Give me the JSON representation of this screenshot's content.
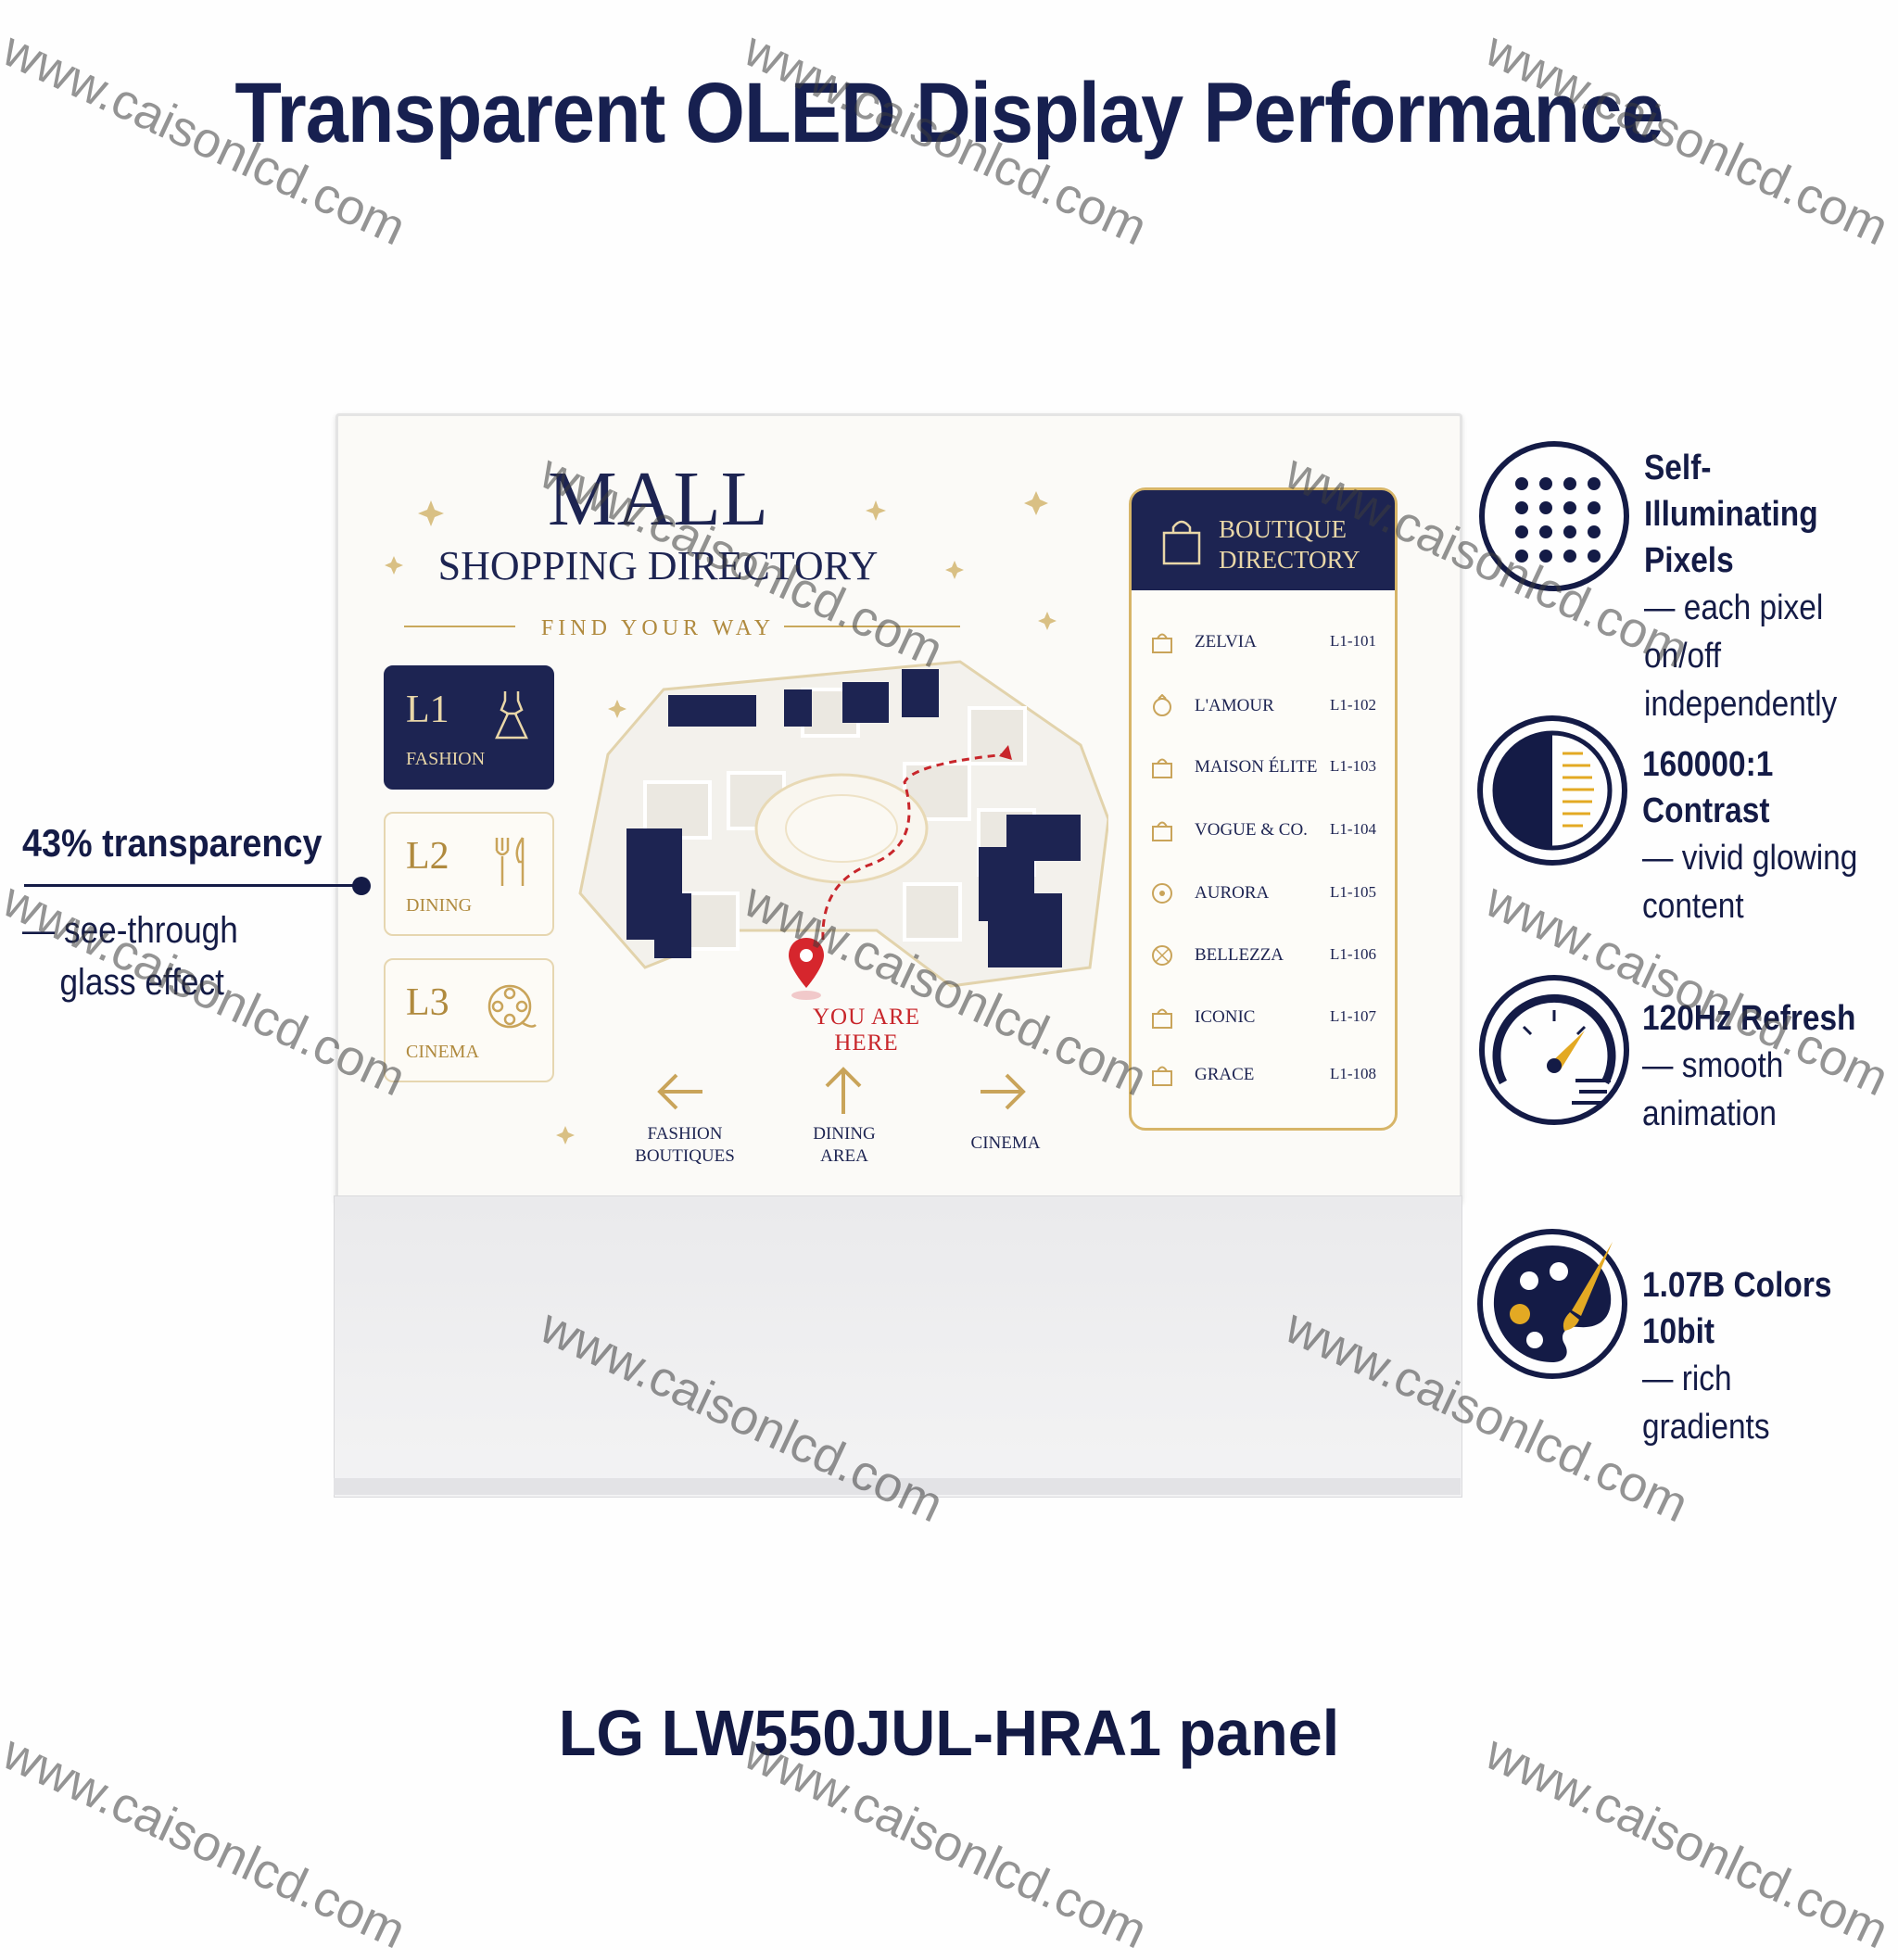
{
  "title": "Transparent OLED Display Performance",
  "footer": "LG LW550JUL-HRA1 panel",
  "left_callout": {
    "title": "43% transparency",
    "line1": "— see-through",
    "line2": "glass effect"
  },
  "screen": {
    "mall": "MALL",
    "shopping": "SHOPPING DIRECTORY",
    "find": "FIND YOUR WAY",
    "levels": [
      {
        "num": "L1",
        "name": "FASHION",
        "icon": "dress-icon",
        "active": true
      },
      {
        "num": "L2",
        "name": "DINING",
        "icon": "fork-knife-icon",
        "active": false
      },
      {
        "num": "L3",
        "name": "CINEMA",
        "icon": "film-reel-icon",
        "active": false
      }
    ],
    "you_are_here": "YOU ARE HERE",
    "arrows": [
      {
        "direction": "left",
        "line1": "FASHION",
        "line2": "BOUTIQUES"
      },
      {
        "direction": "up",
        "line1": "DINING",
        "line2": "AREA"
      },
      {
        "direction": "right",
        "line1": "CINEMA",
        "line2": ""
      }
    ],
    "directory": {
      "line1": "BOUTIQUE",
      "line2": "DIRECTORY",
      "stores": [
        {
          "name": "ZELVIA",
          "code": "L1-101"
        },
        {
          "name": "L'AMOUR",
          "code": "L1-102"
        },
        {
          "name": "MAISON ÉLITE",
          "code": "L1-103"
        },
        {
          "name": "VOGUE & CO.",
          "code": "L1-104"
        },
        {
          "name": "AURORA",
          "code": "L1-105"
        },
        {
          "name": "BELLEZZA",
          "code": "L1-106"
        },
        {
          "name": "ICONIC",
          "code": "L1-107"
        },
        {
          "name": "GRACE",
          "code": "L1-108"
        }
      ]
    }
  },
  "features": [
    {
      "title1": "Self-Illuminating",
      "title2": "Pixels",
      "sub1": "— each pixel on/off",
      "sub2": "independently",
      "icon": "pixel-grid-icon"
    },
    {
      "title1": "160000:1 Contrast",
      "title2": "",
      "sub1": "— vivid glowing",
      "sub2": "content",
      "icon": "contrast-icon"
    },
    {
      "title1": "120Hz Refresh",
      "title2": "",
      "sub1": "— smooth",
      "sub2": "animation",
      "icon": "speedometer-icon"
    },
    {
      "title1": "1.07B Colors 10bit",
      "title2": "",
      "sub1": "— rich gradients",
      "sub2": "",
      "icon": "palette-icon"
    }
  ],
  "watermark": "www.caisonlcd.com",
  "colors": {
    "navy": "#1d2452",
    "gold": "#b08a3e",
    "red": "#c8262b"
  }
}
